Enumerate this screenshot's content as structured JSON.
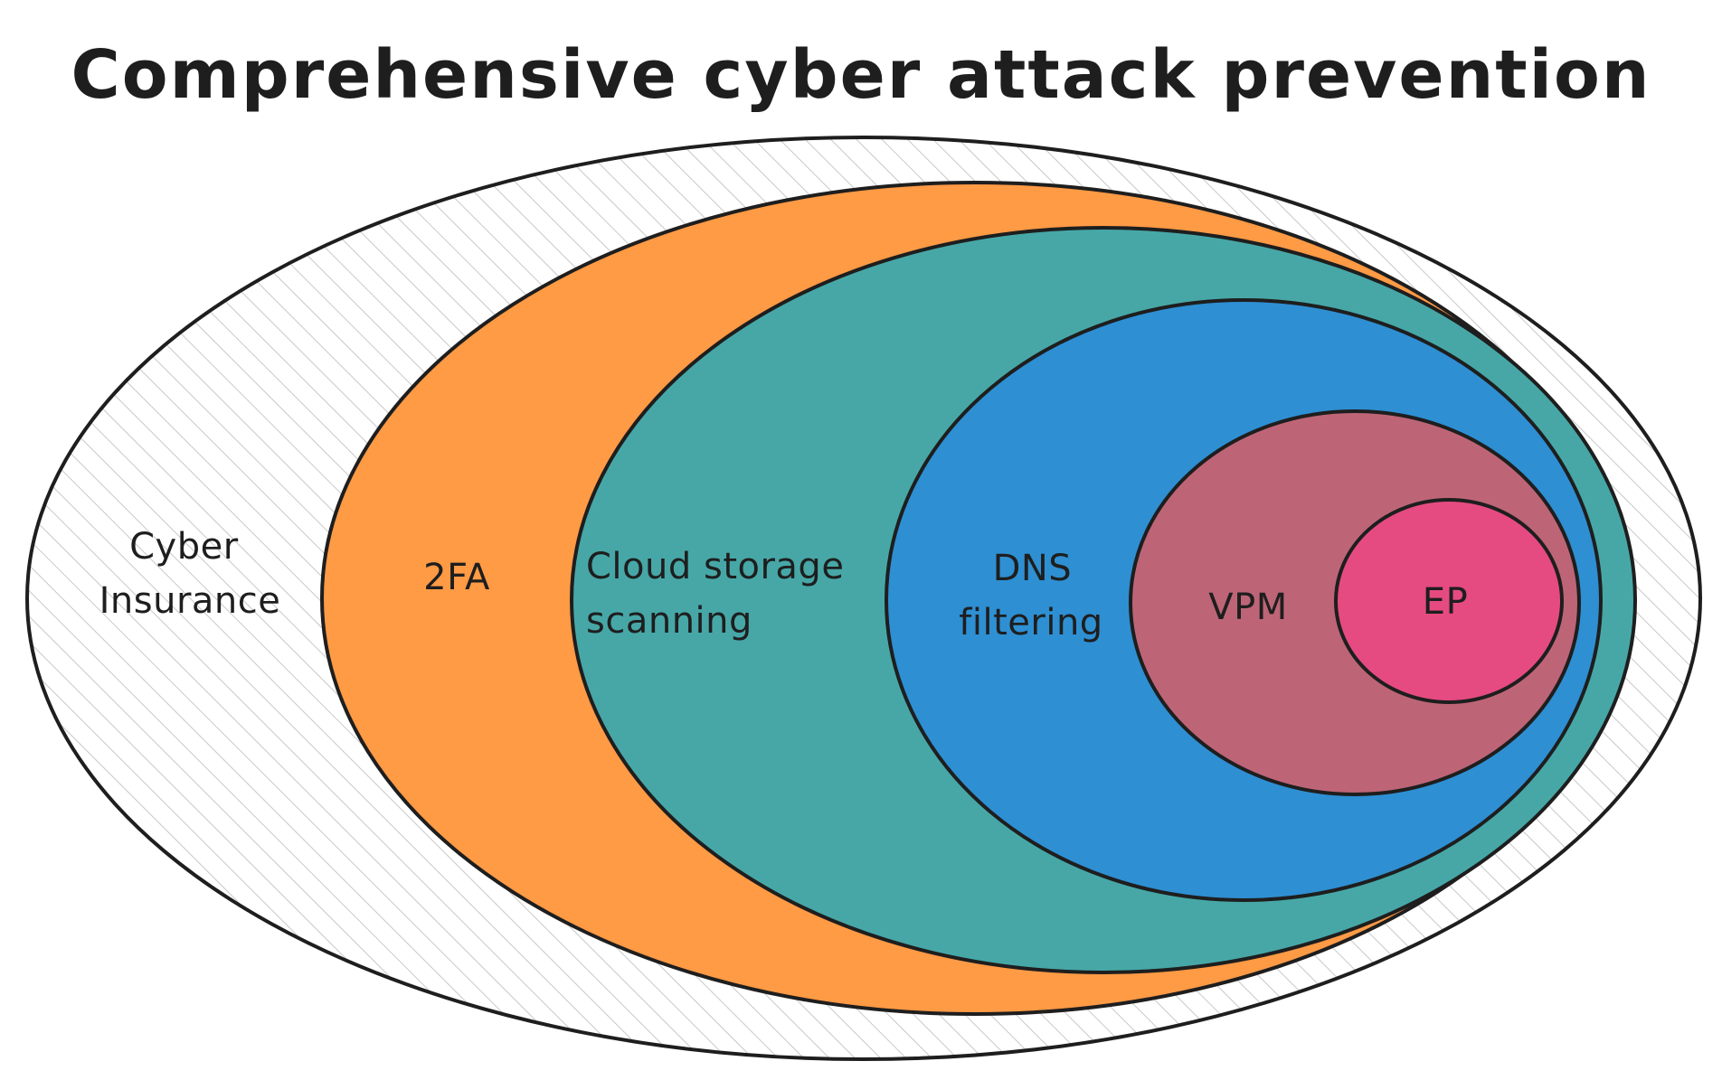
{
  "title": "Comprehensive cyber attack prevention",
  "layers": [
    {
      "id": "cyber-insurance",
      "label_lines": [
        "Cyber",
        "Insurance"
      ],
      "fill": "#ffffff",
      "hatched": true
    },
    {
      "id": "2fa",
      "label_lines": [
        "2FA"
      ],
      "fill": "#ff9a45",
      "hatched": false
    },
    {
      "id": "cloud-storage-scanning",
      "label_lines": [
        "Cloud storage",
        "scanning"
      ],
      "fill": "#47a7a7",
      "hatched": false
    },
    {
      "id": "dns-filtering",
      "label_lines": [
        "DNS",
        "filtering"
      ],
      "fill": "#2e8fd3",
      "hatched": false
    },
    {
      "id": "vpm",
      "label_lines": [
        "VPM"
      ],
      "fill": "#bd6577",
      "hatched": false
    },
    {
      "id": "ep",
      "label_lines": [
        "EP"
      ],
      "fill": "#e54b80",
      "hatched": false
    }
  ],
  "colors": {
    "stroke": "#1e1e1e",
    "hatch": "#c8c8c8",
    "background": "#ffffff"
  }
}
